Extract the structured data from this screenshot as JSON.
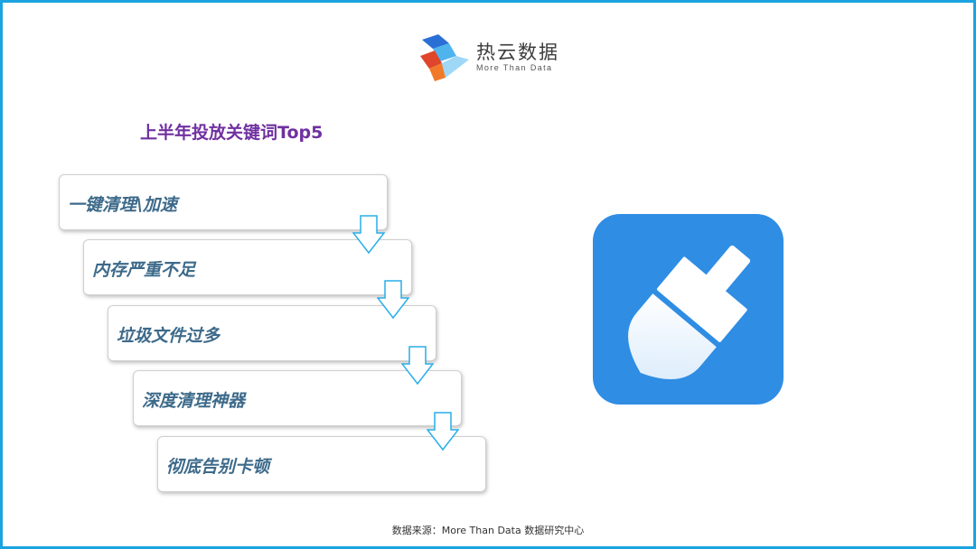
{
  "brand": {
    "name": "热云数据",
    "slogan": "More Than Data"
  },
  "section": {
    "title": "上半年投放关键词Top5"
  },
  "keywords": [
    {
      "label": "一键清理\\加速"
    },
    {
      "label": "内存严重不足"
    },
    {
      "label": "垃圾文件过多"
    },
    {
      "label": "深度清理神器"
    },
    {
      "label": "彻底告别卡顿"
    }
  ],
  "app_icon": {
    "icon": "cleaner-brush-icon"
  },
  "footer": {
    "source": "数据来源：More Than Data 数据研究中心"
  },
  "colors": {
    "frame": "#1ba3e0",
    "title": "#7030a0",
    "keyword_text": "#3d6a8a",
    "arrow": "#29aee8",
    "app_icon_bg": "#2f8de4"
  }
}
